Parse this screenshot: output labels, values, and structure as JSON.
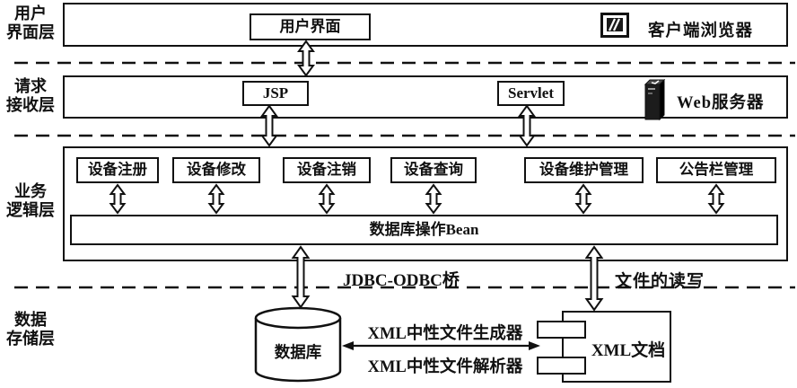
{
  "layers": {
    "ui": {
      "label": "用户\n界面层",
      "interface_box": "用户界面",
      "browser": "客户端浏览器"
    },
    "request": {
      "label": "请求\n接收层",
      "jsp": "JSP",
      "servlet": "Servlet",
      "web_server": "Web服务器"
    },
    "business": {
      "label": "业务\n逻辑层",
      "modules": [
        "设备注册",
        "设备修改",
        "设备注销",
        "设备查询",
        "设备维护管理",
        "公告栏管理"
      ],
      "bean": "数据库操作Bean"
    },
    "storage": {
      "label": "数据\n存储层",
      "database": "数据库",
      "xml_document": "XML文档"
    }
  },
  "connectors": {
    "jdbc_bridge": "JDBC-ODBC桥",
    "file_readwrite": "文件的读写",
    "xml_generator": "XML中性文件生成器",
    "xml_parser": "XML中性文件解析器"
  },
  "icons": {
    "browser": "client-browser-icon",
    "server": "web-server-tower-icon"
  },
  "colors": {
    "ink": "#111111",
    "background": "#ffffff"
  }
}
